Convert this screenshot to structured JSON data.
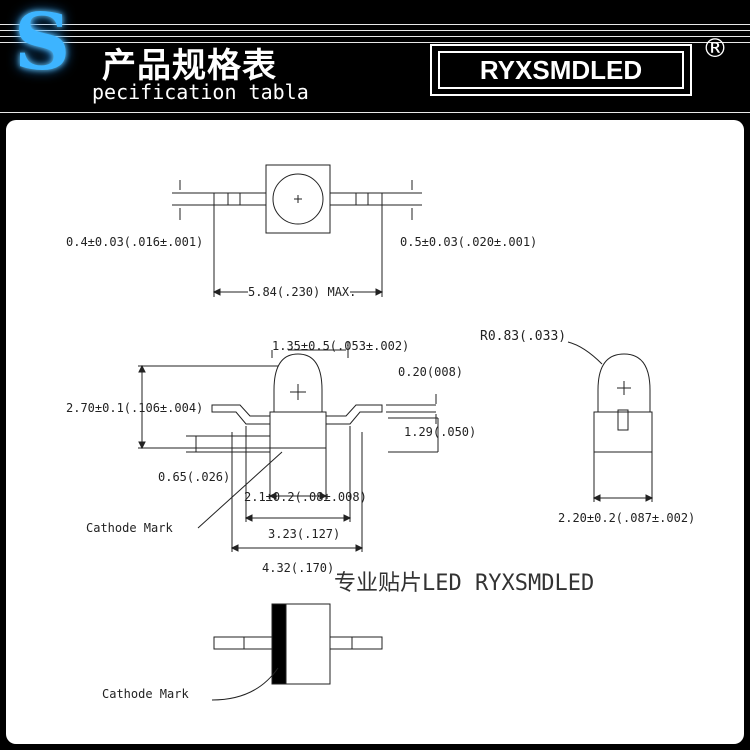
{
  "header": {
    "logo_letter": "S",
    "title_cn": "产品规格表",
    "title_en": "pecification tabla",
    "brand": "RYXSMDLED",
    "registered_mark": "®"
  },
  "drawing": {
    "dims": {
      "lead_width_left": "0.4±0.03(.016±.001)",
      "lead_width_right": "0.5±0.03(.020±.001)",
      "overall_length_max": "5.84(.230) MAX.",
      "lens_width": "1.35±0.5(.053±.002)",
      "lead_thickness": "0.20(008)",
      "total_height": "2.70±0.1(.106±.004)",
      "lead_height": "1.29(.050)",
      "standoff": "0.65(.026)",
      "body_width": "2.1±0.2(.08±.008)",
      "foot_span": "3.23(.127)",
      "lead_span": "4.32(.170)",
      "lens_radius": "R0.83(.033)",
      "side_width": "2.20±0.2(.087±.002)"
    },
    "labels": {
      "cathode_mark_1": "Cathode Mark",
      "cathode_mark_2": "Cathode Mark"
    },
    "watermark": "专业贴片LED RYXSMDLED"
  }
}
